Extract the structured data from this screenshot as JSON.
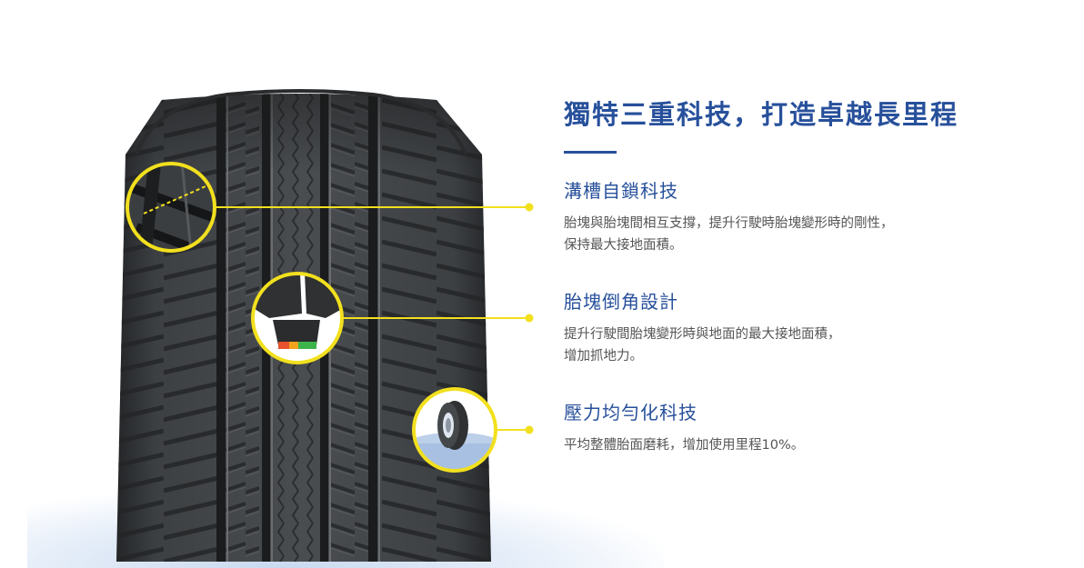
{
  "headline": "獨特三重科技，打造卓越長里程",
  "features": [
    {
      "title": "溝槽自鎖科技",
      "lines": [
        "胎塊與胎塊間相互支撐，提升行駛時胎塊變形時的剛性，",
        "保持最大接地面積。"
      ]
    },
    {
      "title": "胎塊倒角設計",
      "lines": [
        "提升行駛間胎塊變形時與地面的最大接地面積，",
        "增加抓地力。"
      ]
    },
    {
      "title": "壓力均勻化科技",
      "lines": [
        "平均整體胎面磨耗，增加使用里程10%。"
      ]
    }
  ],
  "colors": {
    "heading_blue": "#27509b",
    "callout_yellow": "#f2e01e",
    "body_text": "#555555",
    "tire_dark": "#3a3d40"
  },
  "icons": [
    "groove-lock-detail-icon",
    "block-chamfer-detail-icon",
    "pressure-balance-tire-icon"
  ]
}
